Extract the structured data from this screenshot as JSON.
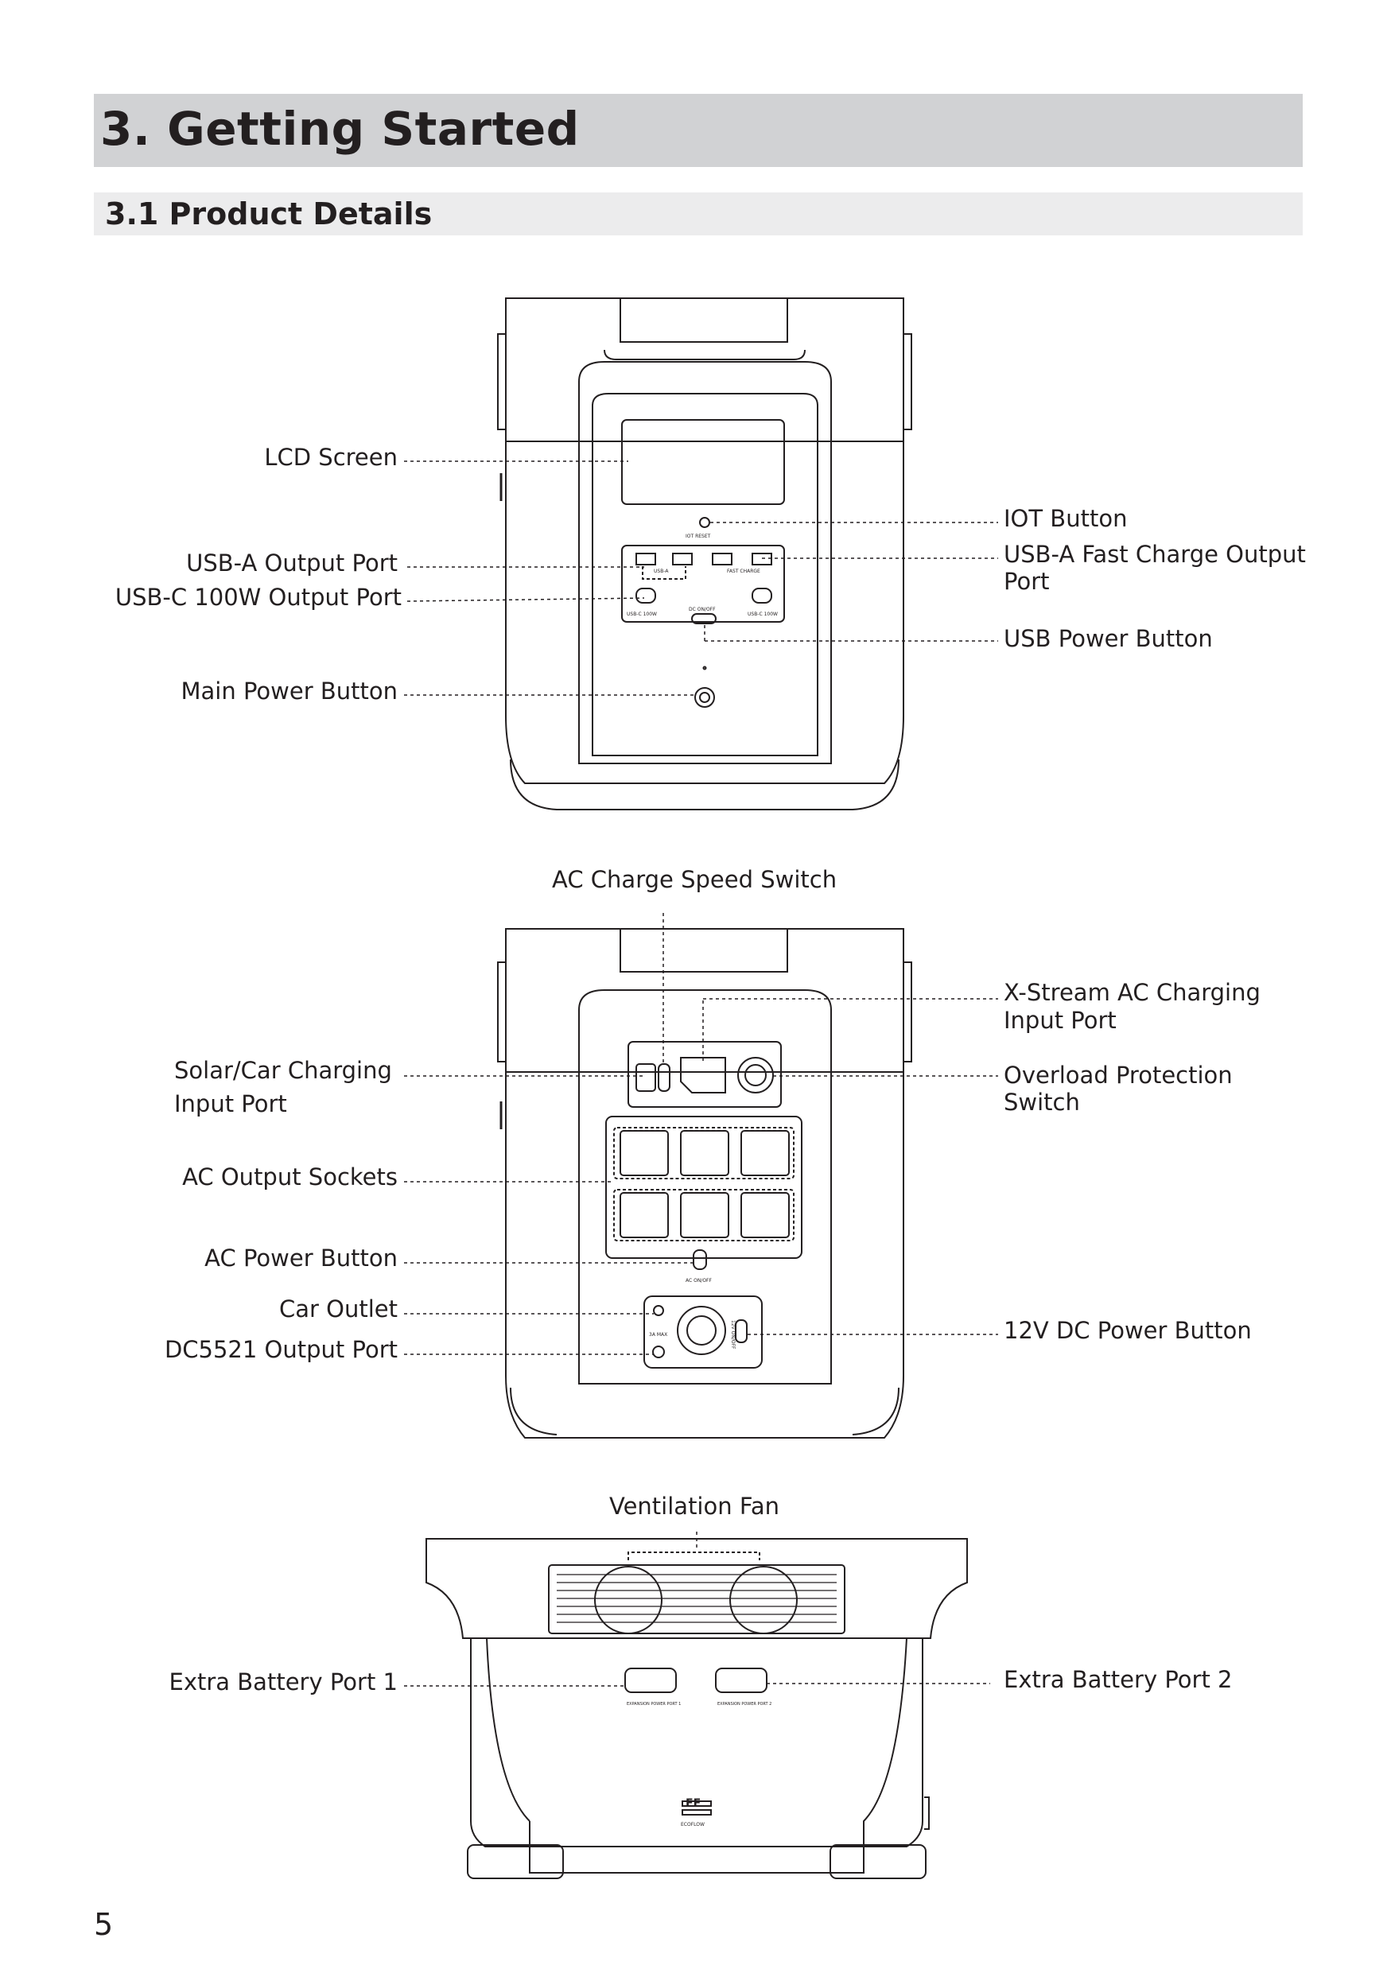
{
  "heading": "3. Getting Started",
  "subheading": "3.1 Product Details",
  "page_number": "5",
  "labels": {
    "lcd_screen": "LCD Screen",
    "usb_a_output": "USB-A Output Port",
    "usb_c_output": "USB-C 100W Output Port",
    "main_power": "Main Power Button",
    "iot_button": "IOT Button",
    "usb_a_fast": "USB-A Fast Charge Output Port",
    "usb_power": "USB Power Button",
    "ac_speed_switch": "AC Charge Speed Switch",
    "xstream_line1": "X-Stream AC Charging",
    "xstream_line2": "Input Port",
    "solar_line1": "Solar/Car Charging",
    "solar_line2": "Input Port",
    "overload_line1": "Overload Protection",
    "overload_line2": "Switch",
    "ac_sockets": "AC Output Sockets",
    "ac_power": "AC Power Button",
    "car_outlet": "Car Outlet",
    "dc5521": "DC5521 Output Port",
    "dc12v_button": "12V DC Power Button",
    "vent_fan": "Ventilation Fan",
    "battery_port_1": "Extra Battery Port 1",
    "battery_port_2": "Extra Battery Port 2"
  },
  "device_markings": {
    "iot_reset": "IOT RESET",
    "usb_a": "USB-A",
    "fast_charge": "FAST CHARGE",
    "usb_c_left": "USB-C 100W",
    "dc_onoff": "DC ON/OFF",
    "usb_c_right": "USB-C 100W",
    "ac_onoff": "AC ON/OFF",
    "max_10a": "3A MAX",
    "dc12v_onoff": "12V ON/OFF",
    "expansion_1": "EXPANSION POWER PORT 1",
    "expansion_2": "EXPANSION POWER PORT 2",
    "brand_mark": "EF",
    "brand_name": "ECOFLOW"
  }
}
